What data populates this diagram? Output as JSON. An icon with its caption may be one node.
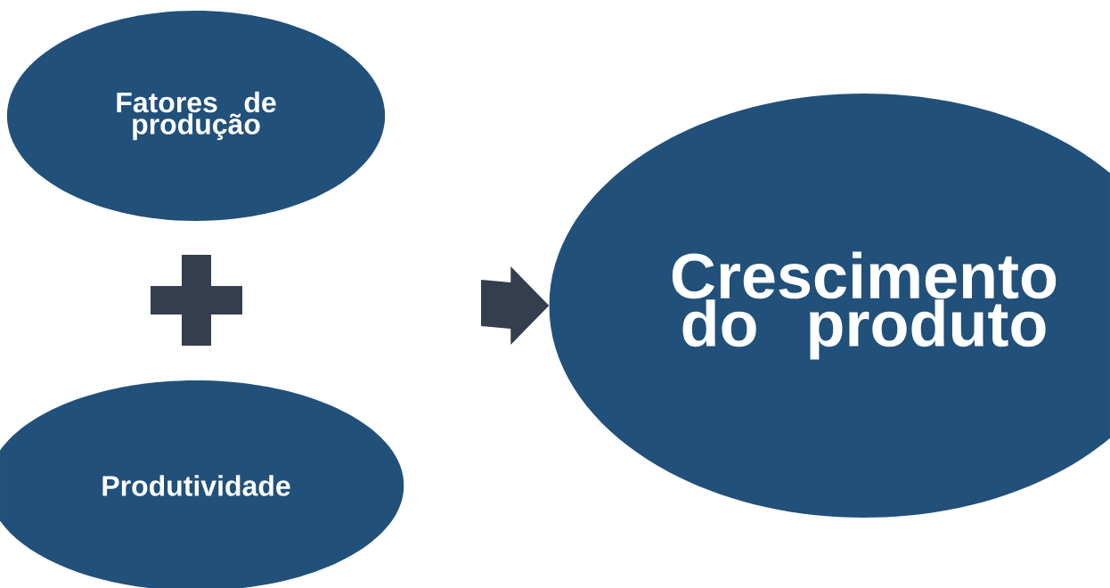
{
  "diagram": {
    "nodes": [
      {
        "text": [
          "Fatores de produção"
        ]
      },
      {
        "text": [
          "Produtividade"
        ]
      },
      {
        "text": [
          "Crescimento do produto"
        ]
      }
    ],
    "edges": [
      {
        "from": null,
        "to": 2,
        "arrow": "to"
      }
    ]
  }
}
